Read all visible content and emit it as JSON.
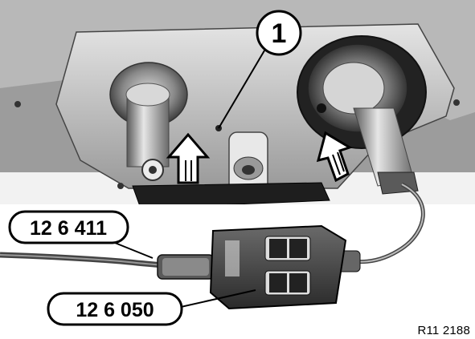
{
  "callouts": {
    "part_number_label": "1",
    "tool_a": "12 6 411",
    "tool_b": "12 6 050"
  },
  "figure_id": "R11 2188"
}
